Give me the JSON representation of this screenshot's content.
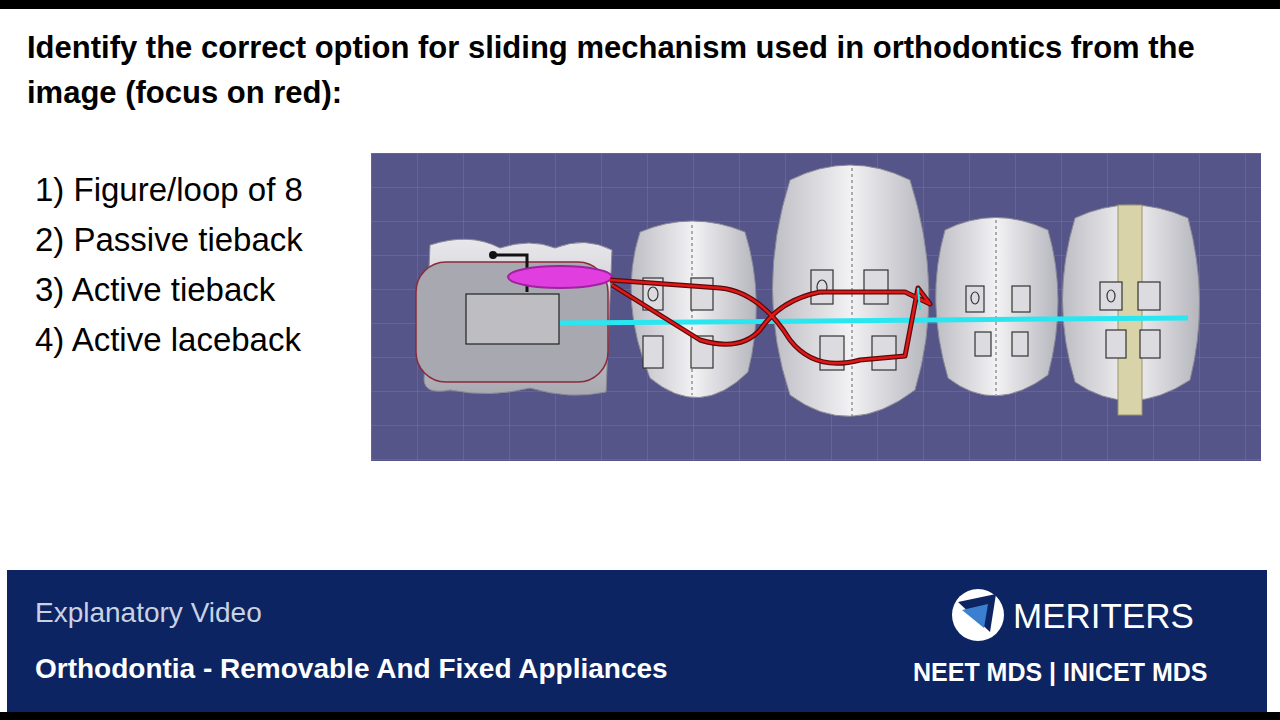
{
  "diagram": {
    "title": "Identify the correct option for sliding mechanism used in orthodontics from the image (focus on red):",
    "labels": [
      "1) Figure/loop of 8",
      "2) Passive tieback",
      "3) Active tieback",
      "4) Active laceback",
      "Explanatory Video",
      "Orthodontia - Removable And Fixed Appliances",
      "MERITERS",
      "NEET MDS | INICET MDS"
    ]
  }
}
